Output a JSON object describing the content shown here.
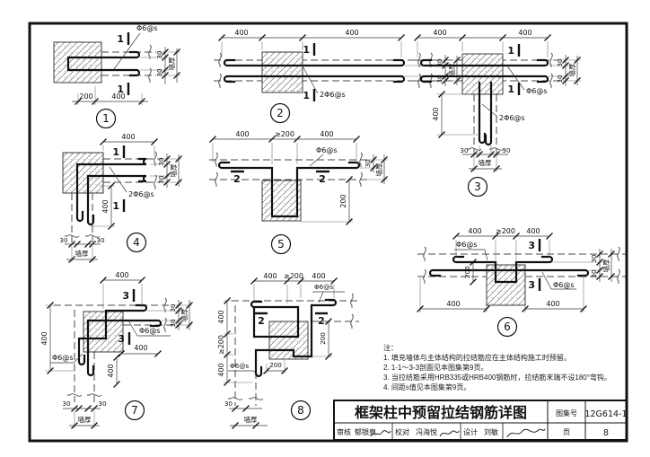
{
  "drawing": {
    "labels": {
      "d400": "400",
      "d200": "200",
      "dge200": "≥200",
      "d30": "30",
      "wall_thickness": "墙厚",
      "tie_bar": "Φ6@s",
      "tie_bar_2": "2Φ6@s",
      "sec1": "1",
      "sec2": "2",
      "sec3": "3"
    },
    "details": {
      "n1": "1",
      "n2": "2",
      "n3": "3",
      "n4": "4",
      "n5": "5",
      "n6": "6",
      "n7": "7",
      "n8": "8"
    }
  },
  "notes": {
    "heading": "注：",
    "n1": "1. 填充墙体与主体结构的拉结筋应在主体结构施工时预留。",
    "n2": "2. 1-1～3-3剖面见本图集第9页。",
    "n3": "3. 当拉结筋采用HRB335或HRB400钢筋时，拉结筋末端不设180°弯钩。",
    "n4": "4. 间距s值见本图集第9页。"
  },
  "titleblock": {
    "title": "框架柱中预留拉结钢筋详图",
    "atlas_label": "图集号",
    "atlas_no": "12G614-1",
    "page_label": "页",
    "page_no": "8",
    "reviewer_label": "审核",
    "reviewer": "郁银泉",
    "checker_label": "校对",
    "checker": "冯海悦",
    "designer_label": "设计",
    "designer": "刘敏"
  }
}
